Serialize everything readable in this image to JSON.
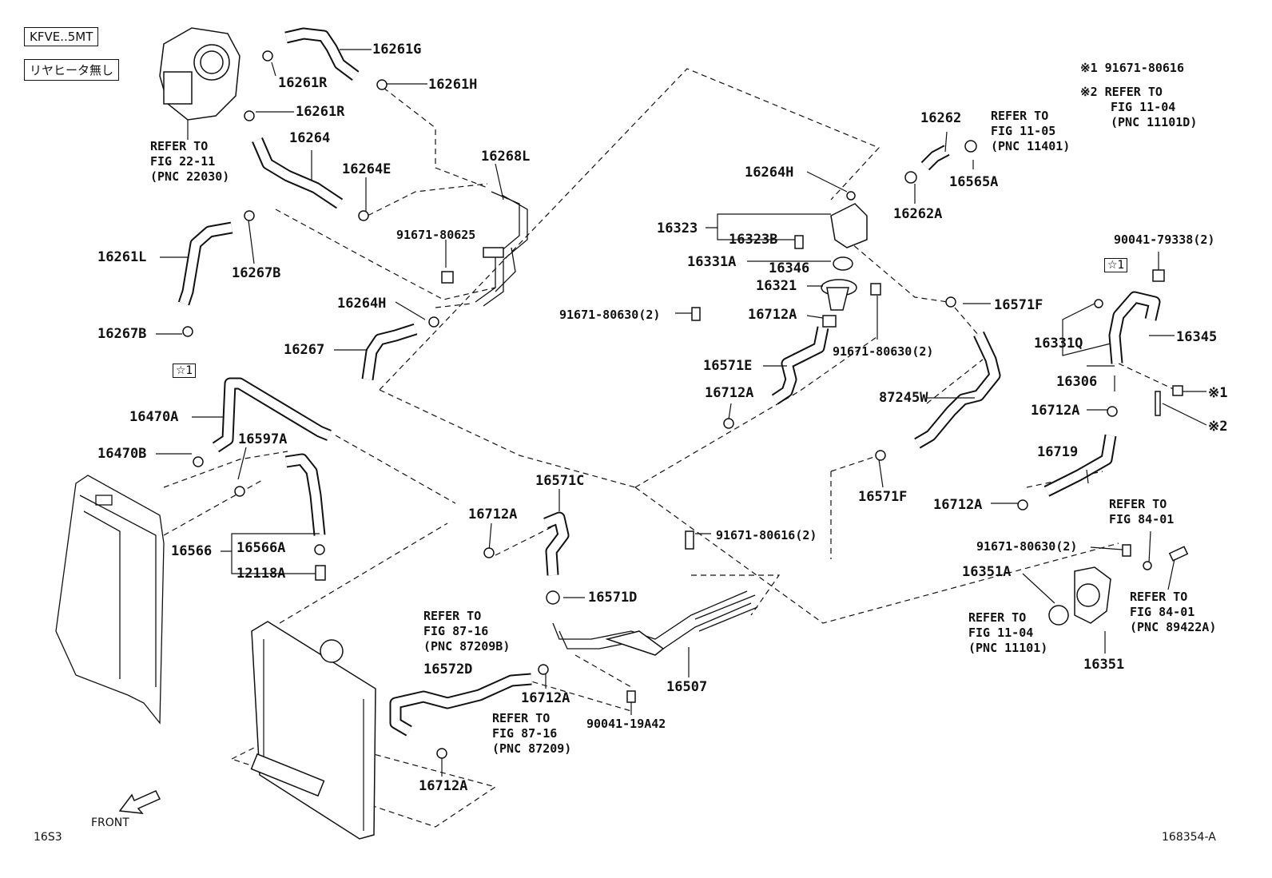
{
  "header": {
    "engine_tag": "KFVE..5MT",
    "variant_tag": "リヤヒータ無し"
  },
  "notes": [
    {
      "mark": "※1",
      "text": "91671-80616"
    },
    {
      "mark": "※2",
      "lines": [
        "REFER TO",
        "FIG 11-04",
        "(PNC 11101D)"
      ]
    }
  ],
  "references": {
    "throttle": [
      "REFER TO",
      "FIG 22-11",
      "(PNC 22030)"
    ],
    "upper_right": [
      "REFER TO",
      "FIG 11-05",
      "(PNC 11401)"
    ],
    "sensor_fig": [
      "REFER TO",
      "FIG 84-01"
    ],
    "sensor_pnc": [
      "REFER TO",
      "FIG 84-01",
      "(PNC 89422A)"
    ],
    "pump_fig": [
      "REFER TO",
      "FIG 11-04",
      "(PNC 11101)"
    ],
    "bottom_a": [
      "REFER TO",
      "FIG 87-16",
      "(PNC 87209B)"
    ],
    "bottom_b": [
      "REFER TO",
      "FIG 87-16",
      "(PNC 87209)"
    ]
  },
  "parts": {
    "p16261G": "16261G",
    "p16261R_a": "16261R",
    "p16261H": "16261H",
    "p16261R_b": "16261R",
    "p16264": "16264",
    "p16264E": "16264E",
    "p16268L": "16268L",
    "p91671_80625": "91671-80625",
    "p16261L": "16261L",
    "p16267B_a": "16267B",
    "p16267B_b": "16267B",
    "p16264H_a": "16264H",
    "p16267": "16267",
    "p16470A": "16470A",
    "p16470B": "16470B",
    "p16597A": "16597A",
    "p16566": "16566",
    "p16566A": "16566A",
    "p12118A": "12118A",
    "p16262": "16262",
    "p16565A": "16565A",
    "p16262A": "16262A",
    "p16264H_b": "16264H",
    "p16323": "16323",
    "p16323B": "16323B",
    "p16331A": "16331A",
    "p16346": "16346",
    "p16321": "16321",
    "p91671_80630_2a": "91671-80630(2)",
    "p16712A_a": "16712A",
    "p91671_80630_2b": "91671-80630(2)",
    "p16571F_a": "16571F",
    "p16571E": "16571E",
    "p16712A_b": "16712A",
    "p87245W": "87245W",
    "p16571F_b": "16571F",
    "p90041_79338": "90041-79338(2)",
    "p16331Q": "16331Q",
    "p16345": "16345",
    "p16306": "16306",
    "p16712A_c": "16712A",
    "p16719": "16719",
    "p16712A_d": "16712A",
    "p16571C": "16571C",
    "p16712A_e": "16712A",
    "p91671_80616_2": "91671-80616(2)",
    "p16571D": "16571D",
    "p91671_80630_2c": "91671-80630(2)",
    "p16351A": "16351A",
    "p16351": "16351",
    "p16572D": "16572D",
    "p16712A_f": "16712A",
    "p16507": "16507",
    "p90041_19A42": "90041-19A42",
    "p16712A_g": "16712A"
  },
  "star_mark": "☆1",
  "star_mark_b": "☆1",
  "note_x1": "※1",
  "note_x2": "※2",
  "front_label": "FRONT",
  "footer_left": "16S3",
  "footer_right": "168354-A",
  "icons": [
    "front-arrow-icon",
    "clamp-icon",
    "bolt-icon"
  ]
}
